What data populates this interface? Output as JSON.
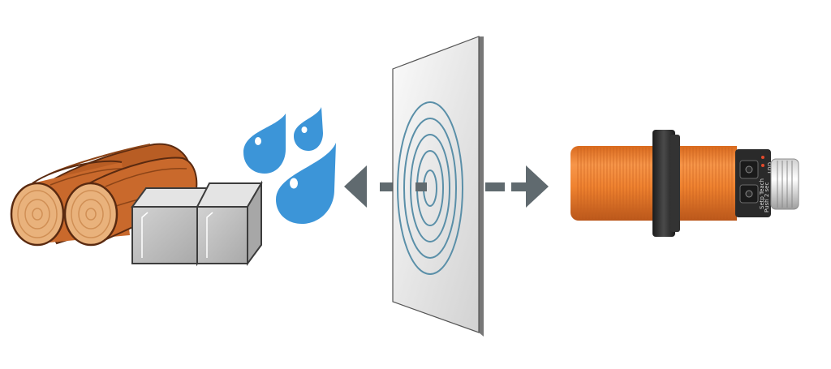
{
  "diagram": {
    "objects": [
      {
        "name": "wood-logs",
        "icon": "log-icon",
        "count": 2
      },
      {
        "name": "stone-blocks",
        "icon": "block-icon",
        "count": 2
      },
      {
        "name": "water-drops",
        "icon": "water-drop-icon",
        "count": 3
      }
    ],
    "panel": {
      "icon": "sensing-surface-icon",
      "rings": 5
    },
    "arrows": [
      {
        "name": "arrow-left",
        "direction": "left"
      },
      {
        "name": "arrow-right",
        "direction": "right"
      }
    ],
    "sensor": {
      "icon": "capacitive-sensor-icon",
      "labels": [
        "Setp",
        "Teach",
        "Push 2 sec"
      ],
      "led_labels": [
        "OUT",
        "OUT"
      ]
    },
    "colors": {
      "wood": "#c9692c",
      "wood_end": "#e9b27c",
      "stone": "#bfbfbf",
      "water": "#3c95d8",
      "panel": "#e9e9e9",
      "rings": "#5a8fa8",
      "arrow": "#606a6f",
      "sensor_body": "#ee7f2d",
      "sensor_nut": "#2b2b2b"
    }
  }
}
